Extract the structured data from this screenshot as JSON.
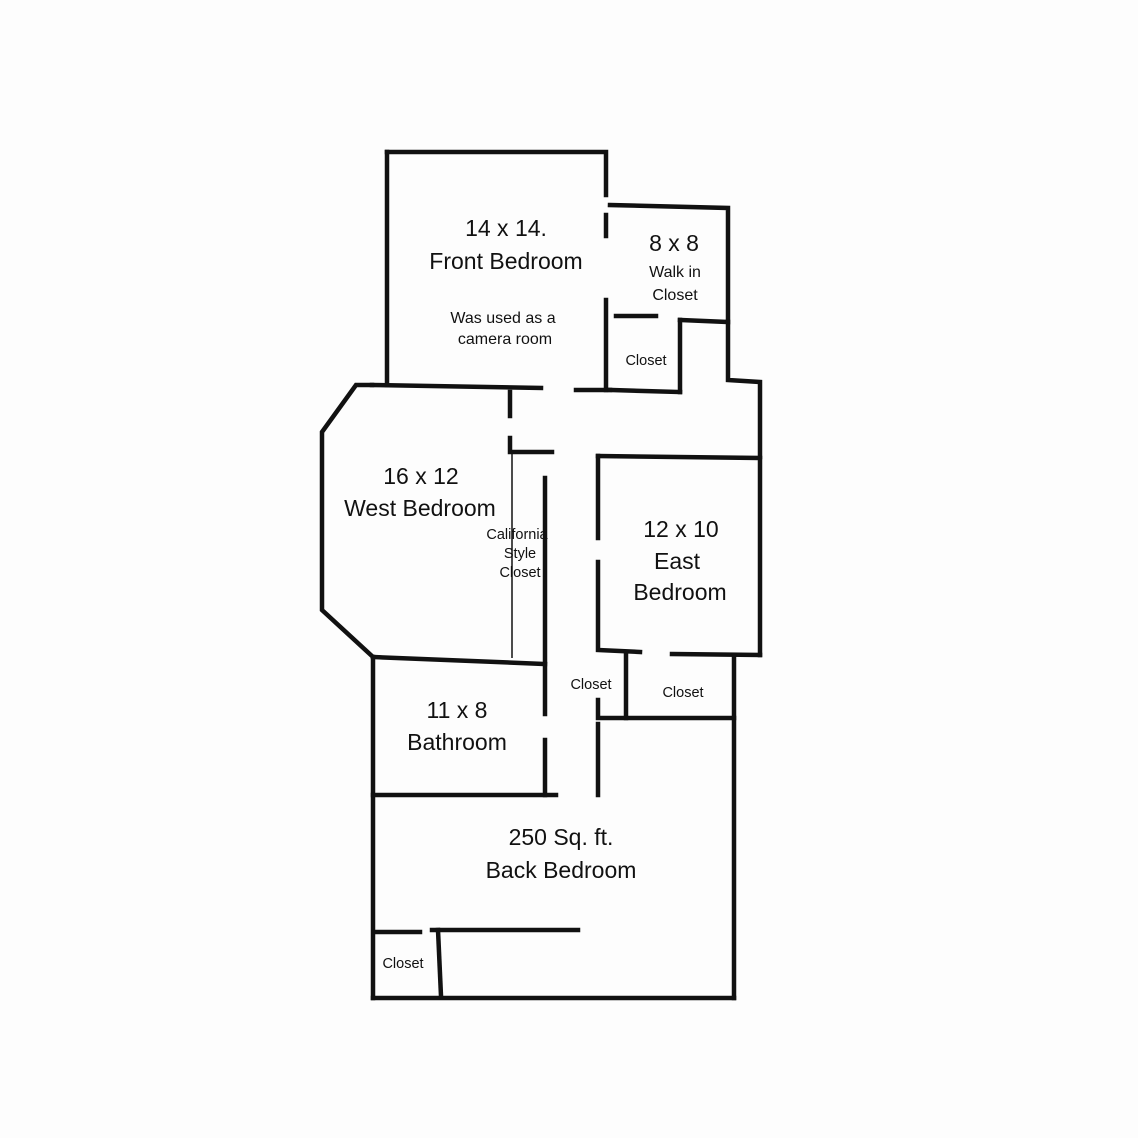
{
  "rooms": {
    "front_bedroom": {
      "size": "14 x 14.",
      "name": "Front Bedroom",
      "note_line1": "Was used as a",
      "note_line2": "camera room"
    },
    "walk_in_closet": {
      "size": "8 x 8",
      "line1": "Walk in",
      "line2": "Closet"
    },
    "front_closet": {
      "label": "Closet"
    },
    "west_bedroom": {
      "size": "16 x 12",
      "name": "West Bedroom"
    },
    "california_closet": {
      "line1": "California",
      "line2": "Style",
      "line3": "Closet"
    },
    "east_bedroom": {
      "size": "12 x 10",
      "line1": "East",
      "line2": "Bedroom"
    },
    "hall_closet": {
      "label": "Closet"
    },
    "east_closet": {
      "label": "Closet"
    },
    "bathroom": {
      "size": "11 x 8",
      "name": "Bathroom"
    },
    "back_bedroom": {
      "size": "250 Sq. ft.",
      "name": "Back Bedroom"
    },
    "back_closet": {
      "label": "Closet"
    }
  }
}
